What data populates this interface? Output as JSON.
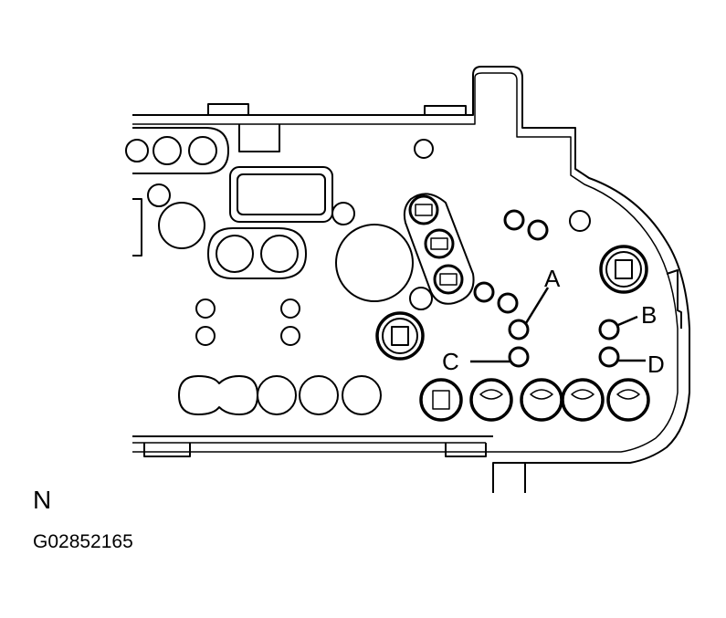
{
  "callouts": {
    "a": "A",
    "b": "B",
    "c": "C",
    "d": "D"
  },
  "view_label": "N",
  "figure_id": "G02852165"
}
